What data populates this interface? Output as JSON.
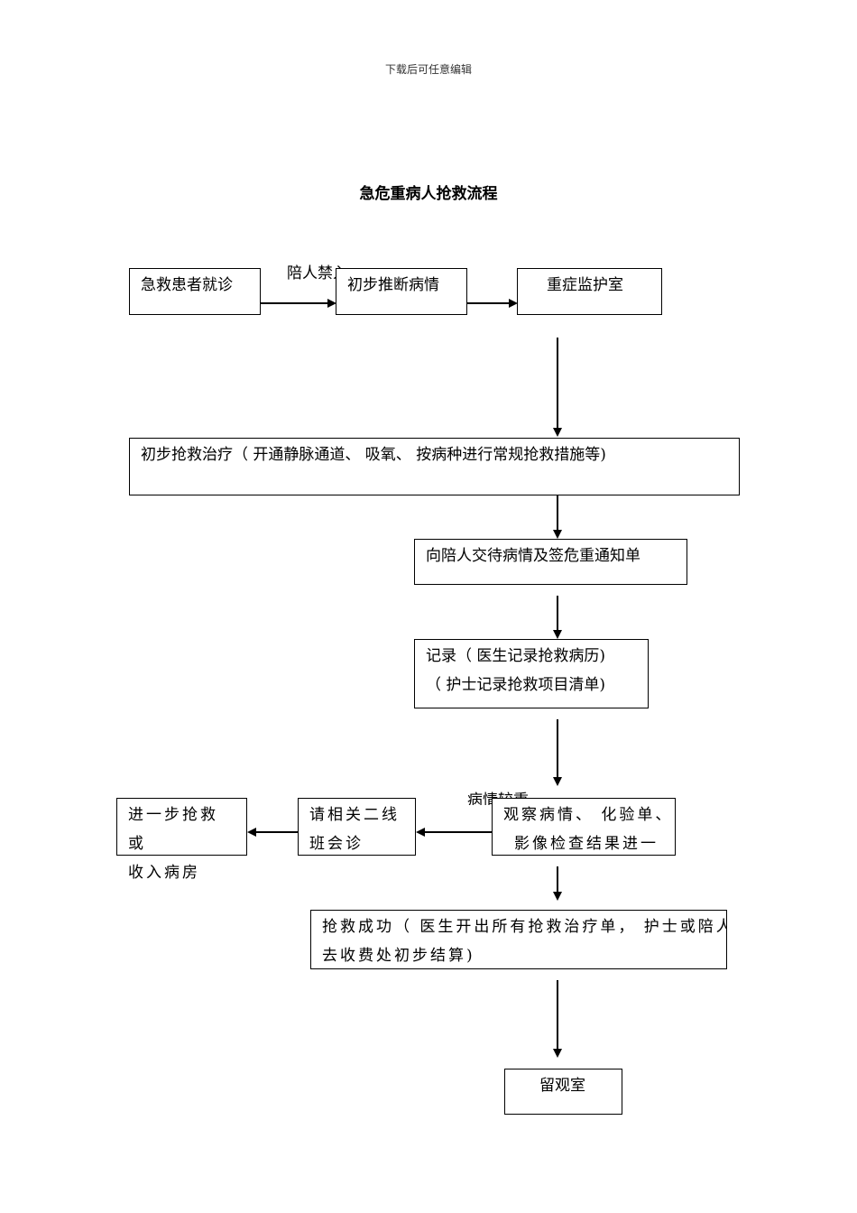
{
  "header": {
    "text": "下载后可任意编辑"
  },
  "title": "急危重病人抢救流程",
  "nodes": {
    "arrival": "急救患者就诊",
    "assess": "初步推断病情",
    "icu": "重症监护室",
    "initial_treatment": "初步抢救治疗（ 开通静脉通道、 吸氧、 按病种进行常规抢救措施等)",
    "notify": "向陪人交待病情及签危重通知单",
    "record_line1": "记录（ 医生记录抢救病历)",
    "record_line2": "（ 护士记录抢救项目清单)",
    "observe_line1": "观察病情、 化验单、",
    "observe_line2": "影像检查结果进一",
    "consult_line1": "请相关二线",
    "consult_line2": "班会诊",
    "further_line1": "进一步抢救或",
    "further_line2": "收入病房",
    "success_line1": "抢救成功（ 医生开出所有抢救治疗单， 护士或陪人",
    "success_line2": "去收费处初步结算)",
    "observation_room": "留观室"
  },
  "edge_labels": {
    "escort_banned": "陪人禁入",
    "condition_serious": "病情较重"
  }
}
